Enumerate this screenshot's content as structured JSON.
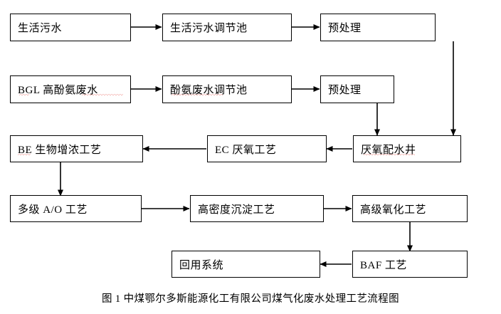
{
  "diagram": {
    "caption": "图 1  中煤鄂尔多斯能源化工有限公司煤气化废水处理工艺流程图",
    "nodes": [
      {
        "id": "domestic-sewage",
        "label": "生活污水"
      },
      {
        "id": "domestic-regulating",
        "label": "生活污水调节池"
      },
      {
        "id": "pretreatment-1",
        "label": "预处理"
      },
      {
        "id": "bgl-wastewater",
        "label": "BGL 高酚氨废水"
      },
      {
        "id": "phenol-regulating",
        "label": "酚氨废水调节池"
      },
      {
        "id": "pretreatment-2",
        "label": "预处理"
      },
      {
        "id": "be-bio-thickening",
        "label": "BE 生物增浓工艺"
      },
      {
        "id": "ec-anaerobic",
        "label": "EC 厌氧工艺"
      },
      {
        "id": "anaerobic-water-well",
        "label": "厌氧配水井"
      },
      {
        "id": "multistage-ao",
        "label": "多级 A/O 工艺"
      },
      {
        "id": "high-density-settling",
        "label": "高密度沉淀工艺"
      },
      {
        "id": "advanced-oxidation",
        "label": "高级氧化工艺"
      },
      {
        "id": "reuse-system",
        "label": "回用系统"
      },
      {
        "id": "baf-process",
        "label": "BAF 工艺"
      }
    ]
  }
}
